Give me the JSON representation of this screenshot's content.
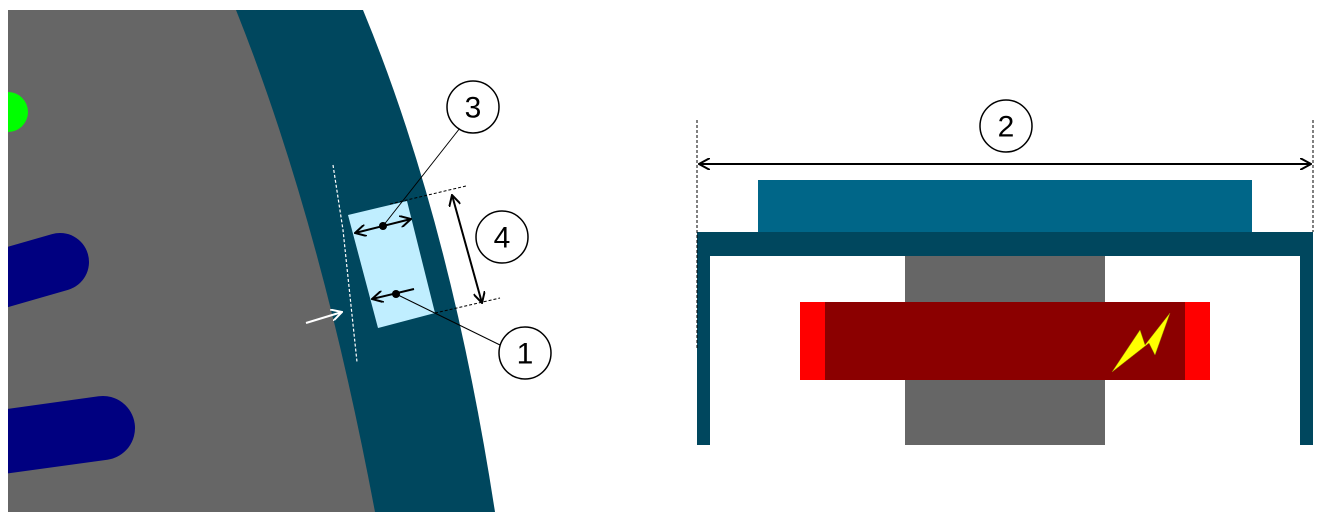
{
  "labels": {
    "one": "1",
    "two": "2",
    "three": "3",
    "four": "4"
  },
  "colors": {
    "rotor": "#666666",
    "sleeve": "#00475e",
    "cap": "#006688",
    "magnet_region": "#c0eeff",
    "winding": "#000080",
    "marker": "#00ff00",
    "magnet_dark": "#8b0000",
    "magnet_ends": "#ff0000",
    "bolt": "#ffff00"
  }
}
